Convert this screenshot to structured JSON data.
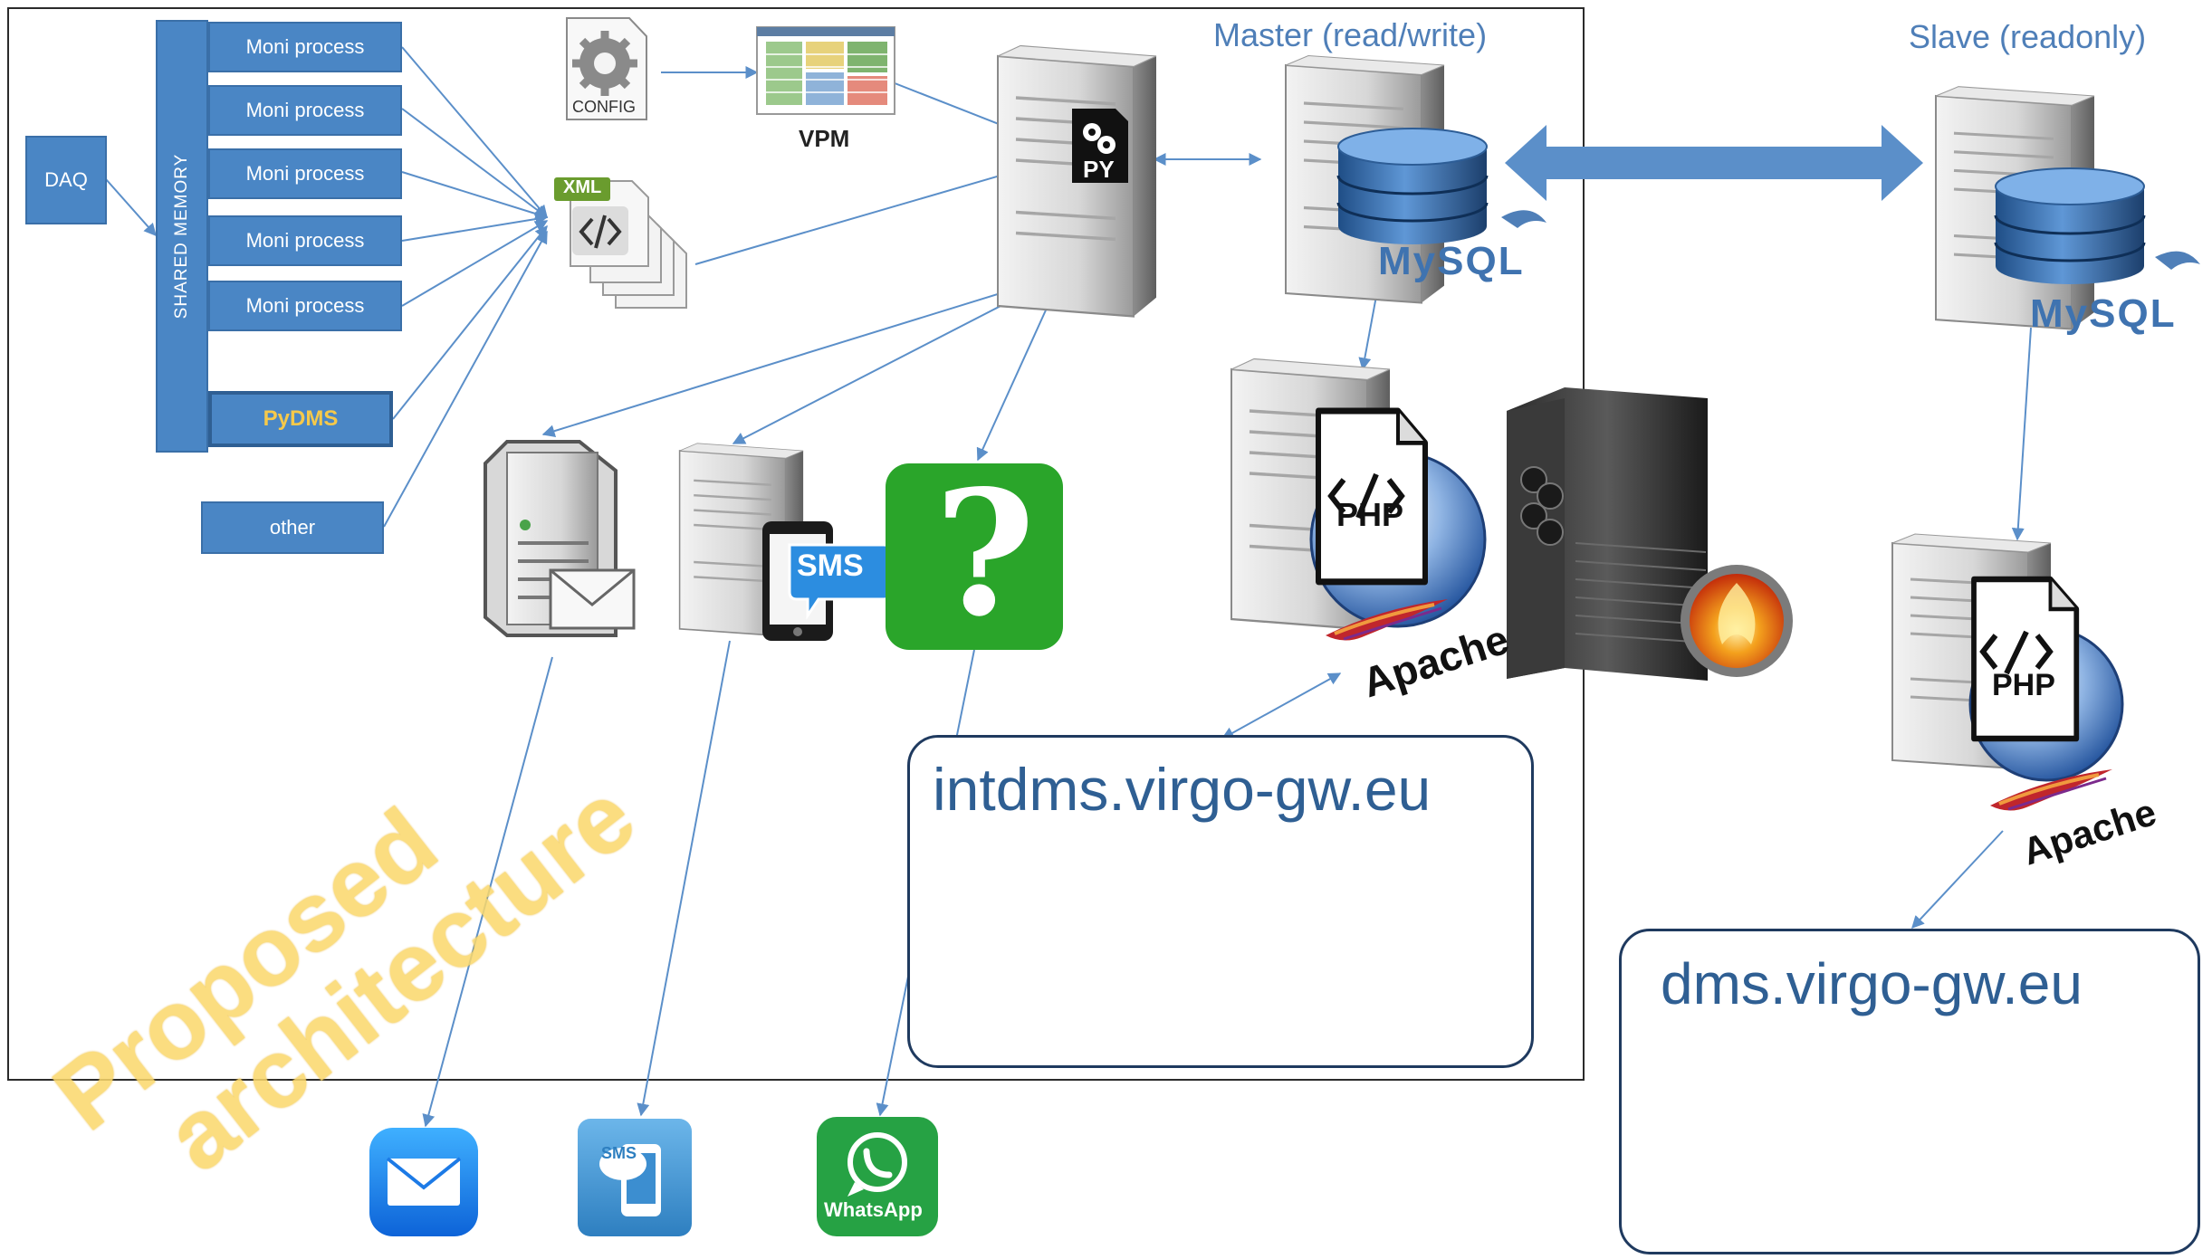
{
  "labels": {
    "daq": "DAQ",
    "shared_memory": "SHARED MEMORY",
    "moni_processes": [
      "Moni process",
      "Moni process",
      "Moni process",
      "Moni process",
      "Moni process"
    ],
    "pydms": "PyDMS",
    "other": "other",
    "config_icon_text": "CONFIG",
    "vpm": "VPM",
    "xml_icon_text": "XML",
    "py_icon_text": "PY",
    "master_header": "Master (read/write)",
    "slave_header": "Slave (readonly)",
    "mysql_master": "MySQL",
    "mysql_slave": "MySQL",
    "php_master": "PHP",
    "php_slave": "PHP",
    "apache_master": "Apache",
    "apache_slave": "Apache",
    "sms_badge": "SMS",
    "question_mark": "?",
    "intdms_url": "intdms.virgo-gw.eu",
    "dms_url": "dms.virgo-gw.eu",
    "sms_app_text": "SMS",
    "whatsapp_text": "WhatsApp",
    "watermark_line1": "Proposed",
    "watermark_line2": "architecture"
  },
  "colors": {
    "box_blue": "#4a86c5",
    "arrow_blue": "#5b8fc9",
    "header_blue": "#4f7fb8",
    "pydms_yellow": "#f6c94a",
    "watermark_yellow": "#fbd86b",
    "question_green": "#2aa52a",
    "whatsapp_green": "#26a244"
  }
}
